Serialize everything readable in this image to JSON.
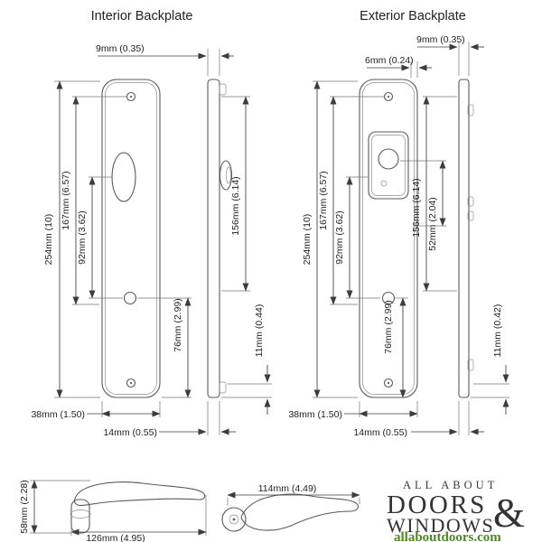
{
  "titles": {
    "interior": "Interior Backplate",
    "exterior": "Exterior Backplate"
  },
  "interior": {
    "side_thickness": "9mm (0.35)",
    "overall_height": "254mm (10)",
    "screw_spacing": "167mm (6.57)",
    "handle_to_hole": "92mm (3.62)",
    "side_plate_height": "156mm (6.14)",
    "hole_to_bottom": "76mm (2.99)",
    "clip_offset": "11mm (0.44)",
    "plate_width": "38mm (1.50)",
    "side_plate_width": "14mm (0.55)"
  },
  "exterior": {
    "side_thickness": "9mm (0.35)",
    "edge_depth": "6mm (0.24)",
    "overall_height": "254mm (10)",
    "screw_spacing": "167mm (6.57)",
    "cylinder_to_hole": "92mm (3.62)",
    "side_plate_height": "156mm (6.14)",
    "cylinder_spacing": "52mm (2.04)",
    "clip_offset": "11mm (0.42)",
    "hole_to_bottom": "76mm (2.99)",
    "plate_width": "38mm (1.50)",
    "side_plate_width": "14mm (0.55)"
  },
  "handle": {
    "height": "58mm (2.28)",
    "length": "126mm (4.95)",
    "front_length": "114mm (4.49)"
  },
  "logo": {
    "tagline": "ALL ABOUT",
    "word1": "DOORS",
    "ampersand": "&",
    "word2": "WINDOWS",
    "website": "allaboutdoors.com"
  }
}
